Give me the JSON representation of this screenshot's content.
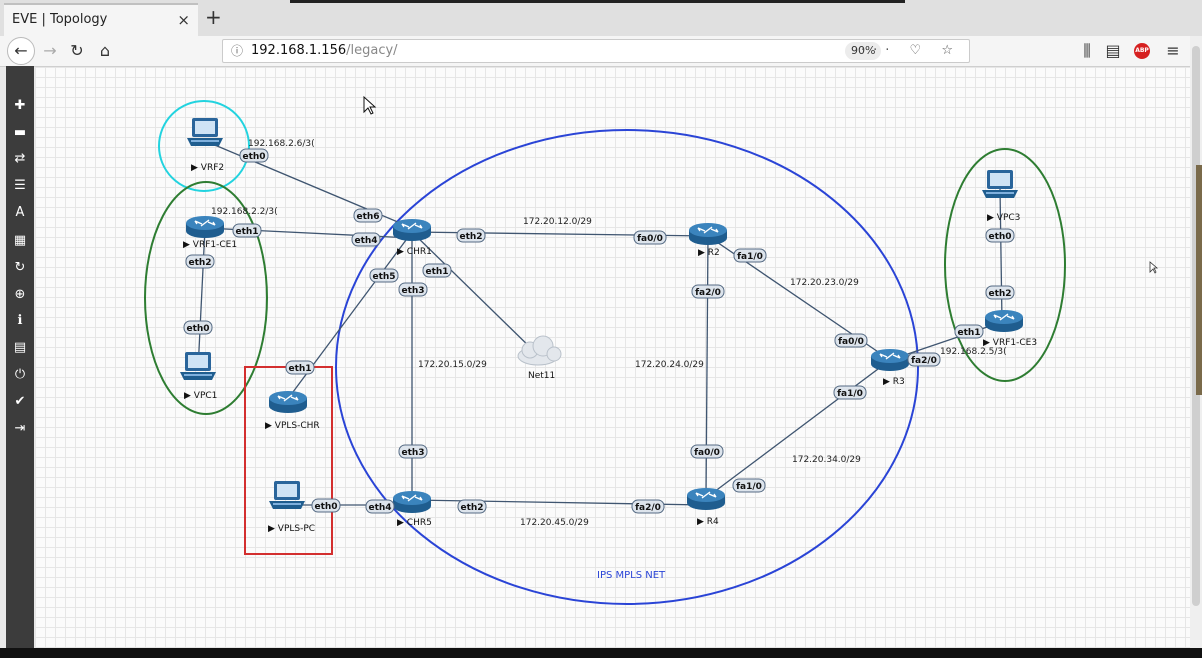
{
  "browser": {
    "tab_title": "EVE | Topology",
    "tab_close": "×",
    "new_tab": "+",
    "url_host": "192.168.1.156",
    "url_path": "/legacy/",
    "zoom": "90%",
    "url_icons": "··· ♡ ☆",
    "abp_label": "ABP"
  },
  "sidebar": {
    "icons": [
      "add-icon",
      "nodes-icon",
      "networks-icon",
      "startup-config-icon",
      "text-icon",
      "grid-icon",
      "refresh-icon",
      "zoom-icon",
      "status-icon",
      "lab-details-icon",
      "power-icon",
      "lock-icon",
      "logout-icon"
    ]
  },
  "topology": {
    "cloud_label": "IPS MPLS NET",
    "nodes": {
      "vrf2": "VRF2",
      "vrf1_ce1": "VRF1-CE1",
      "vpc1": "VPC1",
      "vpls_chr": "VPLS-CHR",
      "vpls_pc": "VPLS-PC",
      "chr1": "CHR1",
      "chr5": "CHR5",
      "r2": "R2",
      "r3": "R3",
      "r4": "R4",
      "net11": "Net11",
      "vpc3": "VPC3",
      "vrf1_ce3": "VRF1-CE3"
    },
    "subnets": {
      "vrf2_link": "192.168.2.6/3(",
      "ce1_link": "192.168.2.2/3(",
      "chr1_r2": "172.20.12.0/29",
      "r2_r3": "172.20.23.0/29",
      "chr1_chr5": "172.20.15.0/29",
      "r2_r4": "172.20.24.0/29",
      "r4_r3": "172.20.34.0/29",
      "chr5_r4": "172.20.45.0/29",
      "ce3_link": "192.168.2.5/3("
    },
    "ports": {
      "vrf2_eth0": "eth0",
      "ce1_eth1": "eth1",
      "ce1_eth2": "eth2",
      "vpc1_eth0": "eth0",
      "chr1_eth6": "eth6",
      "chr1_eth4": "eth4",
      "chr1_eth2": "eth2",
      "chr1_eth5": "eth5",
      "chr1_eth1": "eth1",
      "chr1_eth3": "eth3",
      "r2_fa00": "fa0/0",
      "r2_fa10": "fa1/0",
      "r2_fa20": "fa2/0",
      "r3_fa00": "fa0/0",
      "r3_fa10": "fa1/0",
      "r3_fa20": "fa2/0",
      "r4_fa00": "fa0/0",
      "r4_fa10": "fa1/0",
      "r4_fa20": "fa2/0",
      "chr5_eth3": "eth3",
      "chr5_eth2": "eth2",
      "chr5_eth4": "eth4",
      "vplschr_eth1": "eth1",
      "vplspc_eth0": "eth0",
      "vpc3_eth0": "eth0",
      "ce3_eth2": "eth2",
      "ce3_eth1": "eth1"
    },
    "play_glyph": "▶"
  },
  "colors": {
    "router_blue": "#2a6fa5",
    "pc_blue": "#2f6da6",
    "cloud_blue": "#2a44d6",
    "group_green": "#2e7d32",
    "group_cyan": "#22d3df",
    "group_red": "#d32f2f"
  }
}
